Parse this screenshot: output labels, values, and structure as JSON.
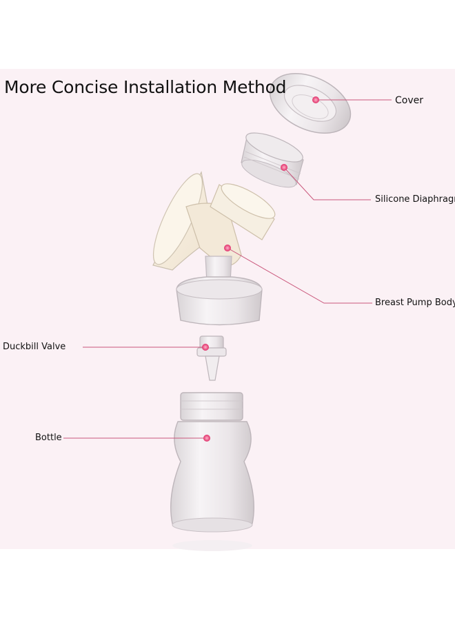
{
  "title": "More Concise Installation Method",
  "colors": {
    "background_panel": "#fbf1f5",
    "leader_line": "#c9557a",
    "dot": "#e0306a",
    "plastic": "#e6e2e4"
  },
  "parts": [
    {
      "id": "cover",
      "label": "Cover"
    },
    {
      "id": "silicone-diaphragm",
      "label": "Silicone Diaphragm"
    },
    {
      "id": "breast-pump-body",
      "label": "Breast Pump Body"
    },
    {
      "id": "duckbill-valve",
      "label": "Duckbill Valve"
    },
    {
      "id": "bottle",
      "label": "Bottle"
    }
  ]
}
